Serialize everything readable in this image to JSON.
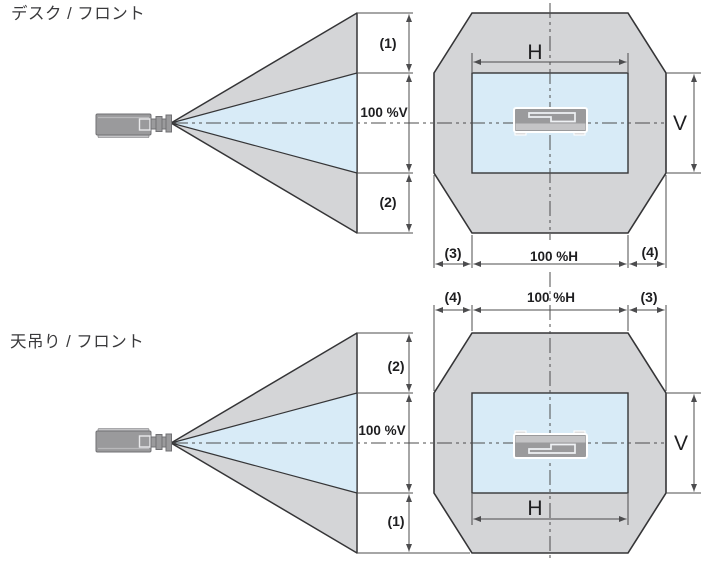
{
  "figure": {
    "title_top": "デスク / フロント",
    "title_bottom": "天吊り / フロント"
  },
  "labels": {
    "dim1": "(1)",
    "dim2": "(2)",
    "dim3": "(3)",
    "dim4": "(4)",
    "v_100": "100 %V",
    "h_100": "100 %H",
    "h": "H",
    "v": "V"
  },
  "colors": {
    "background": "#ffffff",
    "range_gray": "#d4d5d7",
    "image_blue": "#d8ebf7",
    "outline": "#353537",
    "dim_line": "#4c4c4e",
    "text": "#1e1e20",
    "title": "#3a3a3c",
    "projector_gray": "#9a9a9c",
    "projector_light": "#c4c4c6",
    "projector_outline": "#717174"
  }
}
